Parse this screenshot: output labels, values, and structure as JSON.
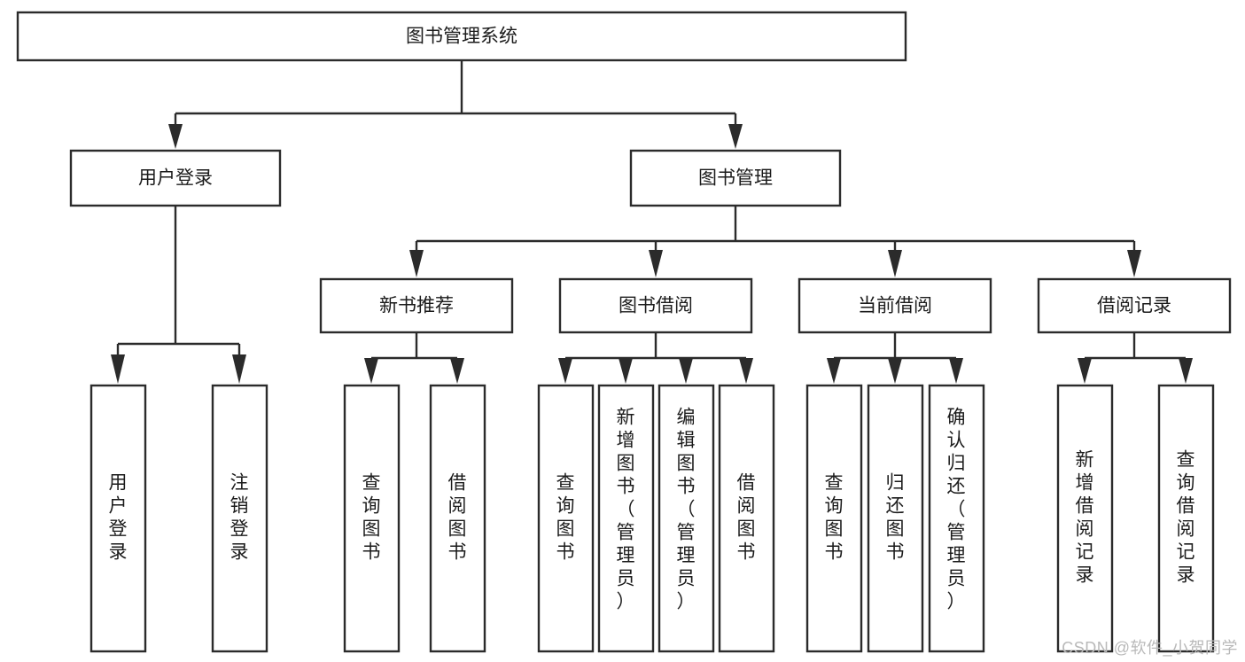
{
  "diagram": {
    "type": "tree-hierarchy-flowchart",
    "title_node": {
      "label": "图书管理系统"
    },
    "level1": [
      {
        "id": "user-login",
        "label": "用户登录"
      },
      {
        "id": "book-management",
        "label": "图书管理"
      }
    ],
    "level2": [
      {
        "id": "new-book-recommend",
        "label": "新书推荐",
        "parent": "book-management"
      },
      {
        "id": "book-borrow",
        "label": "图书借阅",
        "parent": "book-management"
      },
      {
        "id": "current-borrow",
        "label": "当前借阅",
        "parent": "book-management"
      },
      {
        "id": "borrow-record",
        "label": "借阅记录",
        "parent": "book-management"
      }
    ],
    "leaves": [
      {
        "id": "leaf-user-login",
        "label": "用户登录",
        "parent": "user-login"
      },
      {
        "id": "leaf-logout-login",
        "label": "注销登录",
        "parent": "user-login"
      },
      {
        "id": "leaf-query-book-1",
        "label": "查询图书",
        "parent": "new-book-recommend"
      },
      {
        "id": "leaf-borrow-book-1",
        "label": "借阅图书",
        "parent": "new-book-recommend"
      },
      {
        "id": "leaf-query-book-2",
        "label": "查询图书",
        "parent": "book-borrow"
      },
      {
        "id": "leaf-add-book",
        "label": "新增图书（管理员）",
        "parent": "book-borrow"
      },
      {
        "id": "leaf-edit-book",
        "label": "编辑图书（管理员）",
        "parent": "book-borrow"
      },
      {
        "id": "leaf-borrow-book-2",
        "label": "借阅图书",
        "parent": "book-borrow"
      },
      {
        "id": "leaf-query-book-3",
        "label": "查询图书",
        "parent": "current-borrow"
      },
      {
        "id": "leaf-return-book",
        "label": "归还图书",
        "parent": "current-borrow"
      },
      {
        "id": "leaf-confirm-return",
        "label": "确认归还（管理员）",
        "parent": "current-borrow"
      },
      {
        "id": "leaf-add-record",
        "label": "新增借阅记录",
        "parent": "borrow-record"
      },
      {
        "id": "leaf-query-record",
        "label": "查询借阅记录",
        "parent": "borrow-record"
      }
    ],
    "colors": {
      "stroke": "#2b2b2b",
      "fill": "#ffffff",
      "text": "#1b1b1b",
      "watermark": "#b9b9b9"
    }
  },
  "watermark": {
    "text": "CSDN @软件_小贺同学"
  }
}
